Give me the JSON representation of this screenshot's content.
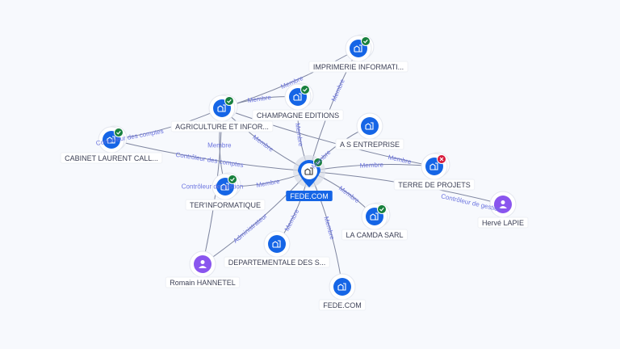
{
  "colors": {
    "company": "#1565e6",
    "person": "#8a55ee",
    "verified": "#17803d",
    "closed": "#d81b3c",
    "edge_label": "#6b74e0",
    "center_label_bg": "#1565e6"
  },
  "center": "fede",
  "nodes": [
    {
      "id": "fede",
      "label": "FEDE.COM",
      "type": "company",
      "status": "verified",
      "icon": "building-icon"
    },
    {
      "id": "imprimerie",
      "label": "IMPRIMERIE INFORMATI...",
      "type": "company",
      "status": "verified",
      "icon": "building-icon"
    },
    {
      "id": "champagne",
      "label": "CHAMPAGNE EDITIONS",
      "type": "company",
      "status": "verified",
      "icon": "building-icon"
    },
    {
      "id": "agriculture",
      "label": "AGRICULTURE ET INFOR...",
      "type": "company",
      "status": "verified",
      "icon": "building-icon"
    },
    {
      "id": "cabinet",
      "label": "CABINET LAURENT CALL...",
      "type": "company",
      "status": "verified",
      "icon": "building-icon"
    },
    {
      "id": "as",
      "label": "A S ENTREPRISE",
      "type": "company",
      "status": "",
      "icon": "building-icon"
    },
    {
      "id": "terre",
      "label": "TERRE DE PROJETS",
      "type": "company",
      "status": "closed",
      "icon": "building-icon"
    },
    {
      "id": "herve",
      "label": "Hervé LAPIE",
      "type": "person",
      "status": "",
      "icon": "person-icon"
    },
    {
      "id": "ter",
      "label": "TER'INFORMATIQUE",
      "type": "company",
      "status": "verified",
      "icon": "building-icon"
    },
    {
      "id": "camda",
      "label": "LA CAMDA SARL",
      "type": "company",
      "status": "verified",
      "icon": "building-icon"
    },
    {
      "id": "dep",
      "label": "DEPARTEMENTALE DES S...",
      "type": "company",
      "status": "",
      "icon": "building-icon"
    },
    {
      "id": "fede2",
      "label": "FEDE.COM",
      "type": "company",
      "status": "",
      "icon": "building-icon"
    },
    {
      "id": "romain",
      "label": "Romain HANNETEL",
      "type": "person",
      "status": "",
      "icon": "person-icon"
    }
  ],
  "edges": [
    {
      "from": "cabinet",
      "to": "agriculture",
      "label": "Contrôleur des comptes"
    },
    {
      "from": "cabinet",
      "to": "fede",
      "label": "Contrôleur des comptes"
    },
    {
      "from": "agriculture",
      "to": "imprimerie",
      "label": "Membre"
    },
    {
      "from": "champagne",
      "to": "agriculture",
      "label": "Membre"
    },
    {
      "from": "agriculture",
      "to": "fede",
      "label": "Membre"
    },
    {
      "from": "agriculture",
      "to": "ter",
      "label": "Membre"
    },
    {
      "from": "romain",
      "to": "agriculture",
      "label": "Contrôleur de gestion"
    },
    {
      "from": "champagne",
      "to": "fede",
      "label": "Membre"
    },
    {
      "from": "agriculture",
      "to": "terre",
      "label": "Membre"
    },
    {
      "from": "imprimerie",
      "to": "fede",
      "label": "Membre"
    },
    {
      "from": "as",
      "to": "fede",
      "label": "Membre"
    },
    {
      "from": "terre",
      "to": "fede",
      "label": "Membre"
    },
    {
      "from": "herve",
      "to": "fede",
      "label": "Contrôleur de gestion"
    },
    {
      "from": "ter",
      "to": "fede",
      "label": "Membre"
    },
    {
      "from": "camda",
      "to": "fede",
      "label": "Membre"
    },
    {
      "from": "dep",
      "to": "fede",
      "label": "Membre"
    },
    {
      "from": "fede2",
      "to": "fede",
      "label": "Membre"
    },
    {
      "from": "romain",
      "to": "fede",
      "label": "Administrateur"
    }
  ]
}
